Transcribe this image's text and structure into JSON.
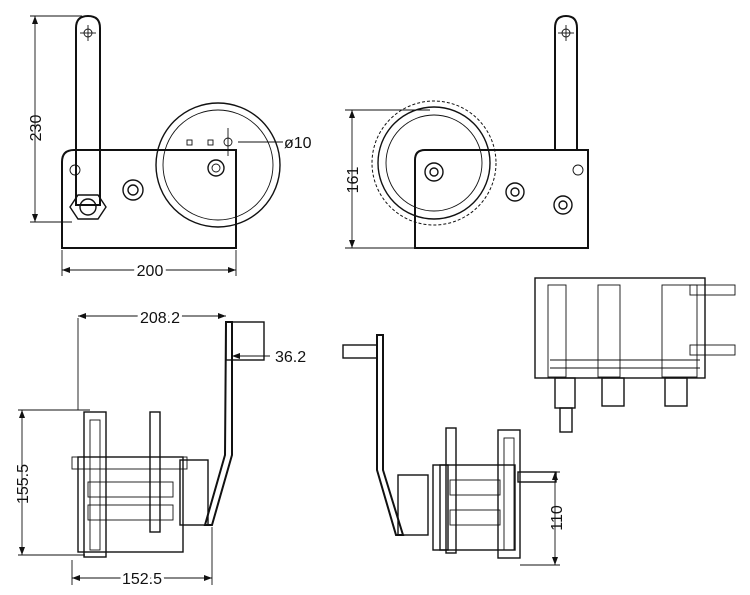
{
  "dimensions": {
    "height_230": "230",
    "width_200": "200",
    "hole_d10": "ø10",
    "height_161": "161",
    "width_208_2": "208.2",
    "offset_36_2": "36.2",
    "height_155_5": "155.5",
    "width_152_5": "152.5",
    "depth_110": "110"
  }
}
